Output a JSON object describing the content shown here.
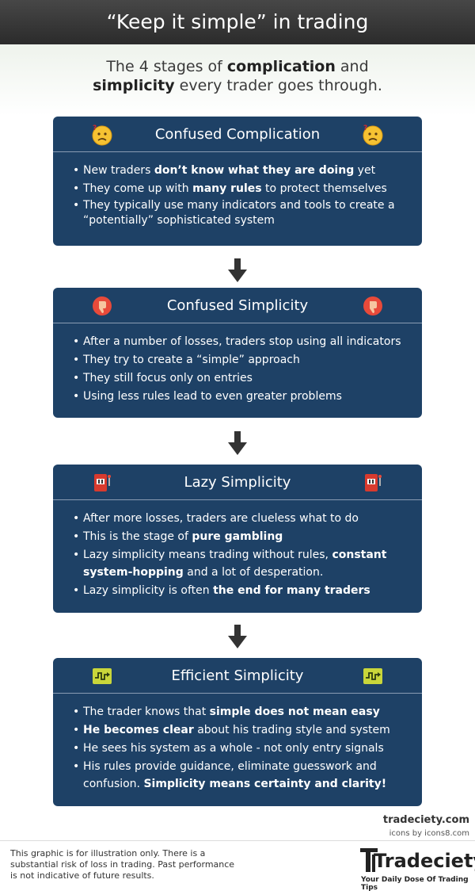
{
  "header": {
    "title": "“Keep it simple” in trading"
  },
  "subtitle": {
    "part1": "The 4 stages of ",
    "bold1": "complication",
    "part2": " and",
    "bold2": "simplicity",
    "part3": " every trader goes through."
  },
  "stages": [
    {
      "title": "Confused Complication",
      "icon": "confused-face-icon",
      "bullets": [
        [
          "New traders ",
          "don’t know what they are doing",
          " yet"
        ],
        [
          "They come up with ",
          "many rules",
          " to protect themselves"
        ],
        [
          "They typically use many indicators and tools to create a “potentially” sophisticated system",
          "",
          ""
        ]
      ]
    },
    {
      "title": "Confused Simplicity",
      "icon": "thumbs-down-icon",
      "bullets": [
        [
          "After a number of losses, traders stop using all indicators",
          "",
          ""
        ],
        [
          "They try to create a “simple” approach",
          "",
          ""
        ],
        [
          "They still focus only on entries",
          "",
          ""
        ],
        [
          "Using less rules lead to even greater problems",
          "",
          ""
        ]
      ]
    },
    {
      "title": "Lazy Simplicity",
      "icon": "slot-machine-icon",
      "bullets": [
        [
          "After more losses, traders are clueless what to do",
          "",
          ""
        ],
        [
          "This is the stage of ",
          "pure gambling",
          ""
        ],
        [
          "Lazy simplicity means trading without rules, ",
          "constant system-hopping",
          " and a lot of desperation."
        ],
        [
          "Lazy simplicity is often ",
          "the end for many traders",
          ""
        ]
      ]
    },
    {
      "title": "Efficient Simplicity",
      "icon": "signal-flow-icon",
      "bullets": [
        [
          "The trader knows that ",
          "simple does not mean easy",
          ""
        ],
        [
          "",
          "He becomes clear",
          " about his trading style and system"
        ],
        [
          "He sees his system as a whole - not only entry signals",
          "",
          ""
        ],
        [
          "His rules provide guidance, eliminate guesswork and confusion. ",
          "Simplicity means certainty and clarity!",
          ""
        ]
      ]
    }
  ],
  "credits": {
    "site": "tradeciety.com",
    "icons": "icons by icons8.com"
  },
  "footer": {
    "disclaimer": "This graphic is for illustration only. There is a substantial  risk of loss in trading. Past performance is not indicative of future results.",
    "logo": "Tradeciety",
    "tagline": "Your Daily Dose Of Trading Tips"
  },
  "colors": {
    "header": "#333333",
    "box": "#1e4166",
    "arrow": "#333333"
  }
}
